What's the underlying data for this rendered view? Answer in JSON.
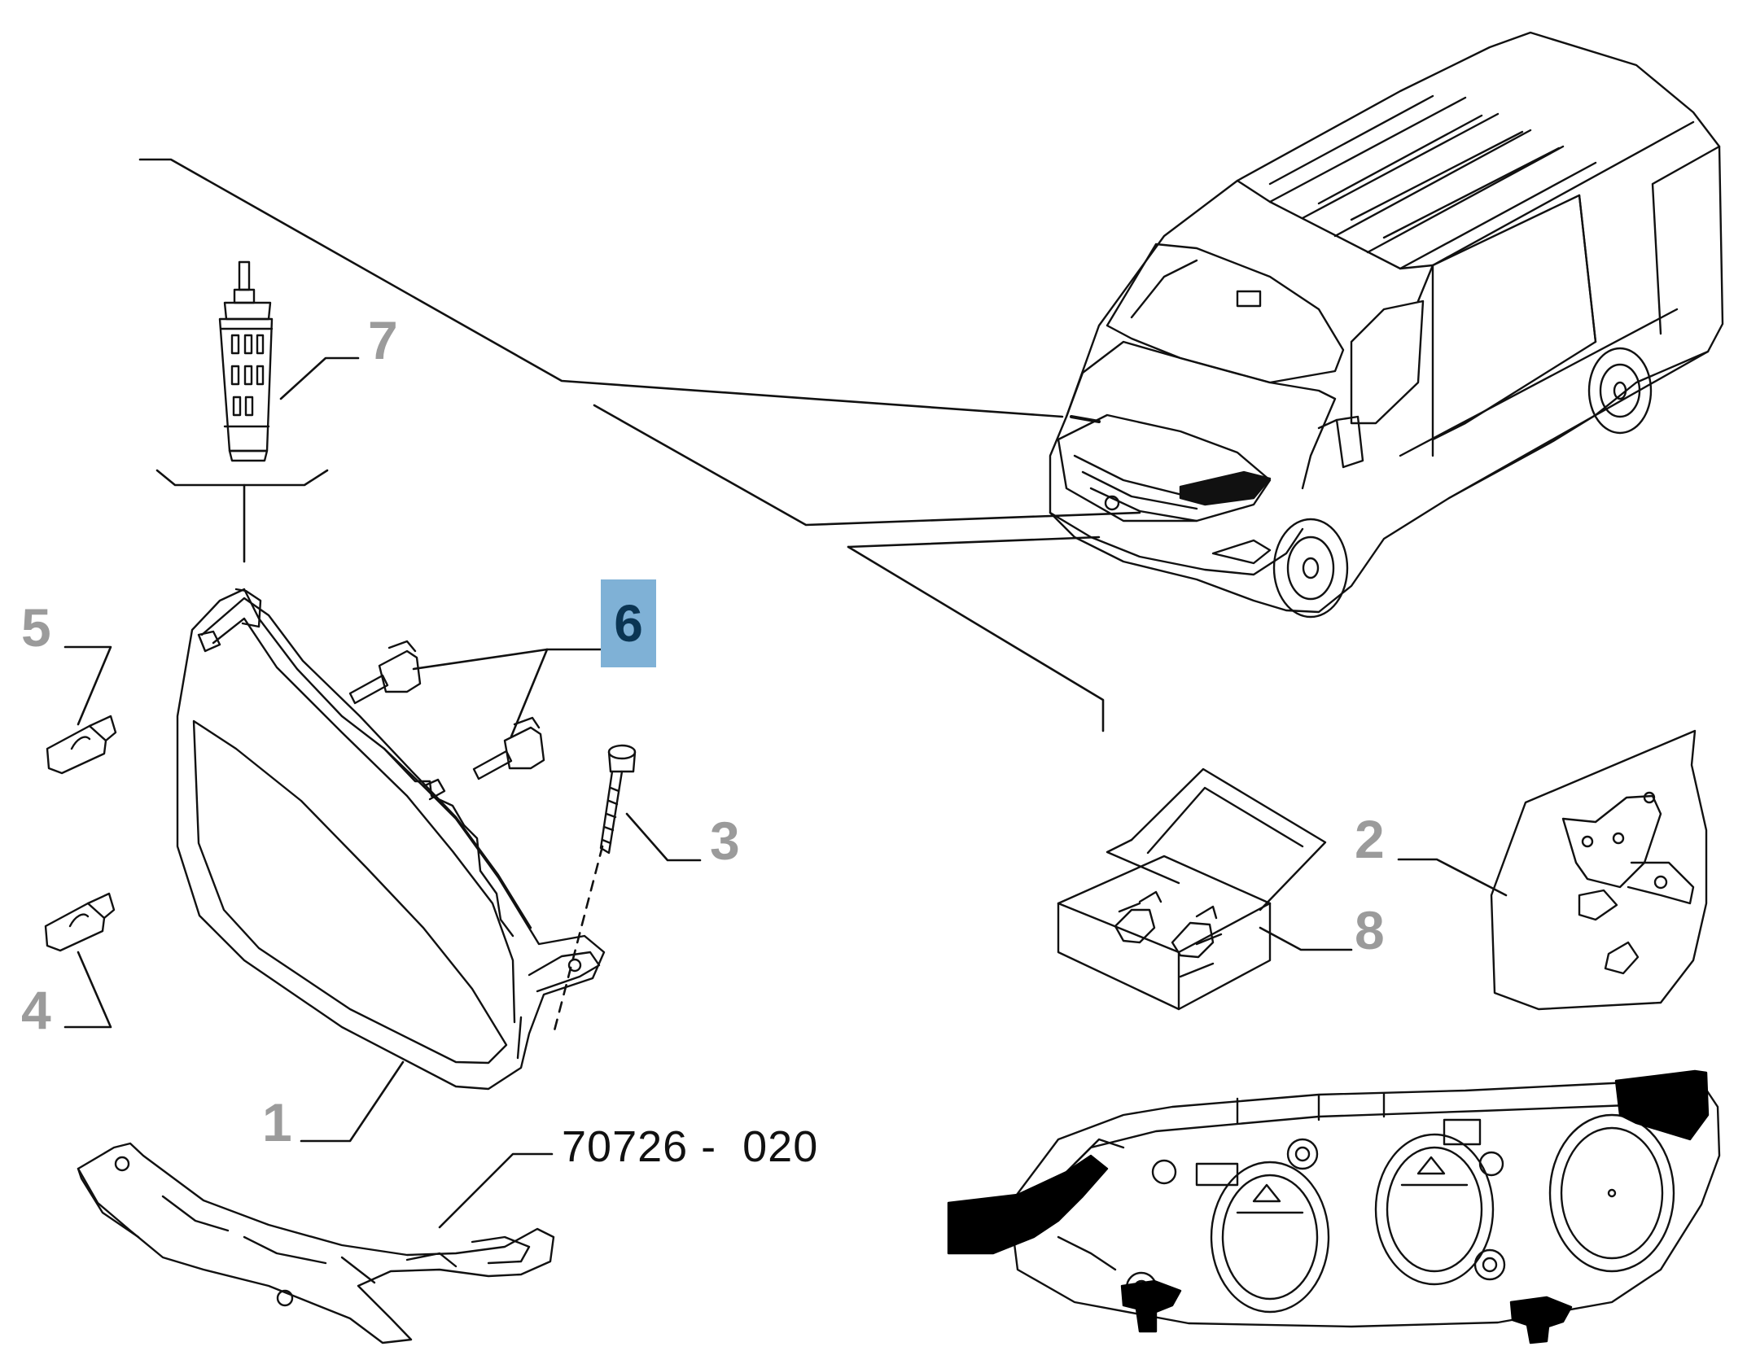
{
  "diagram": {
    "code": "70726 -  020",
    "highlight_color": "#7fb1d6",
    "label_color": "#9b9b9b",
    "parts": [
      {
        "id": "1",
        "label": "1",
        "name": "headlamp-unit"
      },
      {
        "id": "2",
        "label": "2",
        "name": "mounting-bracket"
      },
      {
        "id": "3",
        "label": "3",
        "name": "bolt"
      },
      {
        "id": "4",
        "label": "4",
        "name": "bulb"
      },
      {
        "id": "5",
        "label": "5",
        "name": "bulb"
      },
      {
        "id": "6",
        "label": "6",
        "name": "screw",
        "highlighted": true
      },
      {
        "id": "7",
        "label": "7",
        "name": "adjuster-motor"
      },
      {
        "id": "8",
        "label": "8",
        "name": "bulb-kit-box"
      }
    ]
  }
}
